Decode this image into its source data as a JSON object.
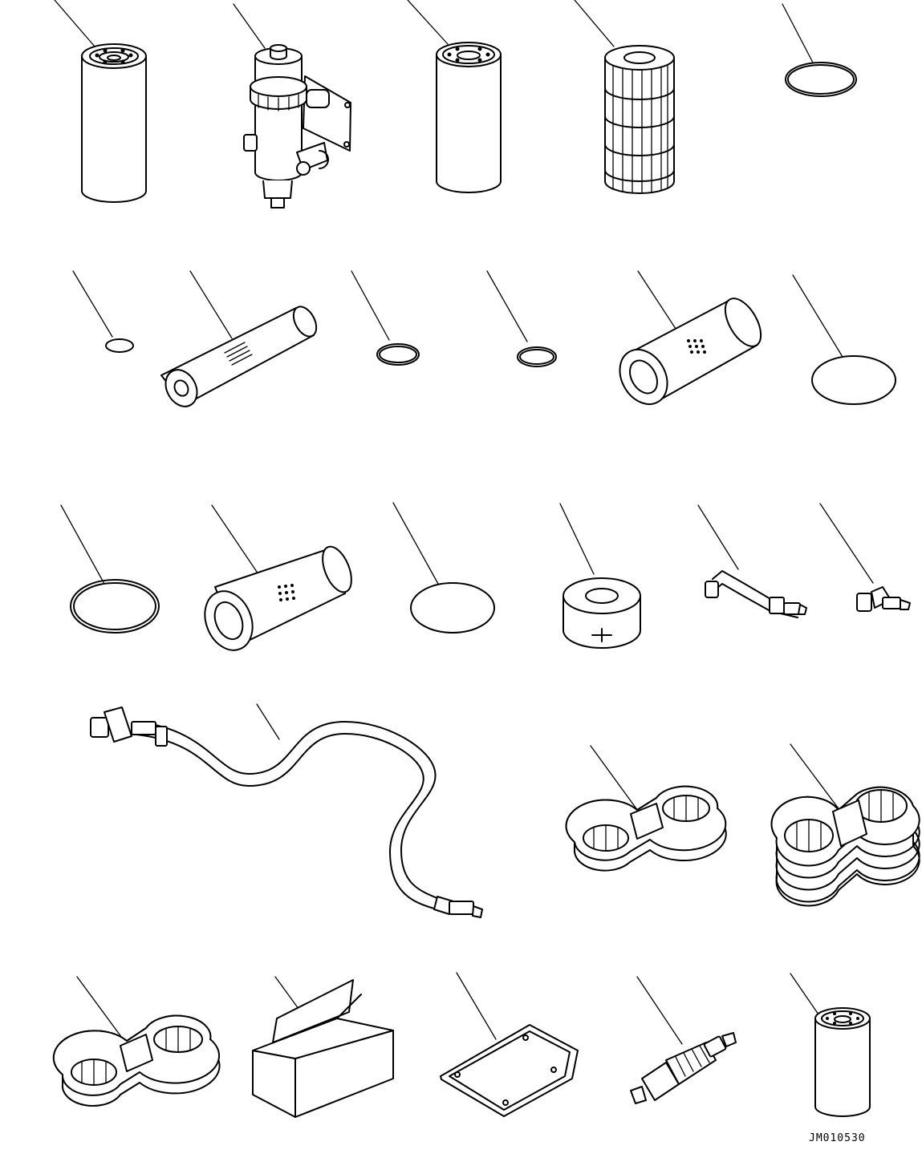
{
  "drawing_code": "JM010530",
  "parts": [
    {
      "name": "spin-on-filter-top-left",
      "kind": "cylinder filter"
    },
    {
      "name": "fuel-water-separator",
      "kind": "filter housing assembly"
    },
    {
      "name": "spin-on-filter-top-middle",
      "kind": "cylinder filter"
    },
    {
      "name": "pleated-filter-element",
      "kind": "filter element"
    },
    {
      "name": "o-ring-top-right",
      "kind": "o-ring"
    },
    {
      "name": "small-seal",
      "kind": "seal"
    },
    {
      "name": "long-filter-element",
      "kind": "filter element"
    },
    {
      "name": "o-ring-row2-a",
      "kind": "o-ring"
    },
    {
      "name": "o-ring-row2-b",
      "kind": "o-ring"
    },
    {
      "name": "filter-element-row2",
      "kind": "filter element"
    },
    {
      "name": "large-o-ring-row2",
      "kind": "o-ring"
    },
    {
      "name": "o-ring-row3",
      "kind": "o-ring"
    },
    {
      "name": "filter-element-row3",
      "kind": "filter element"
    },
    {
      "name": "large-o-ring-row3",
      "kind": "o-ring"
    },
    {
      "name": "short-filter-element",
      "kind": "filter element"
    },
    {
      "name": "hose-fitting-long",
      "kind": "hose fitting"
    },
    {
      "name": "hose-fitting-short",
      "kind": "hose fitting"
    },
    {
      "name": "drain-hose",
      "kind": "hose"
    },
    {
      "name": "filter-wrench-small",
      "kind": "wrench"
    },
    {
      "name": "filter-wrench-large",
      "kind": "wrench"
    },
    {
      "name": "filter-wrench-bottom",
      "kind": "wrench"
    },
    {
      "name": "carton-box",
      "kind": "box"
    },
    {
      "name": "gasket-plate",
      "kind": "gasket"
    },
    {
      "name": "sensor",
      "kind": "sensor"
    },
    {
      "name": "spin-on-filter-bottom-right",
      "kind": "cylinder filter"
    }
  ]
}
